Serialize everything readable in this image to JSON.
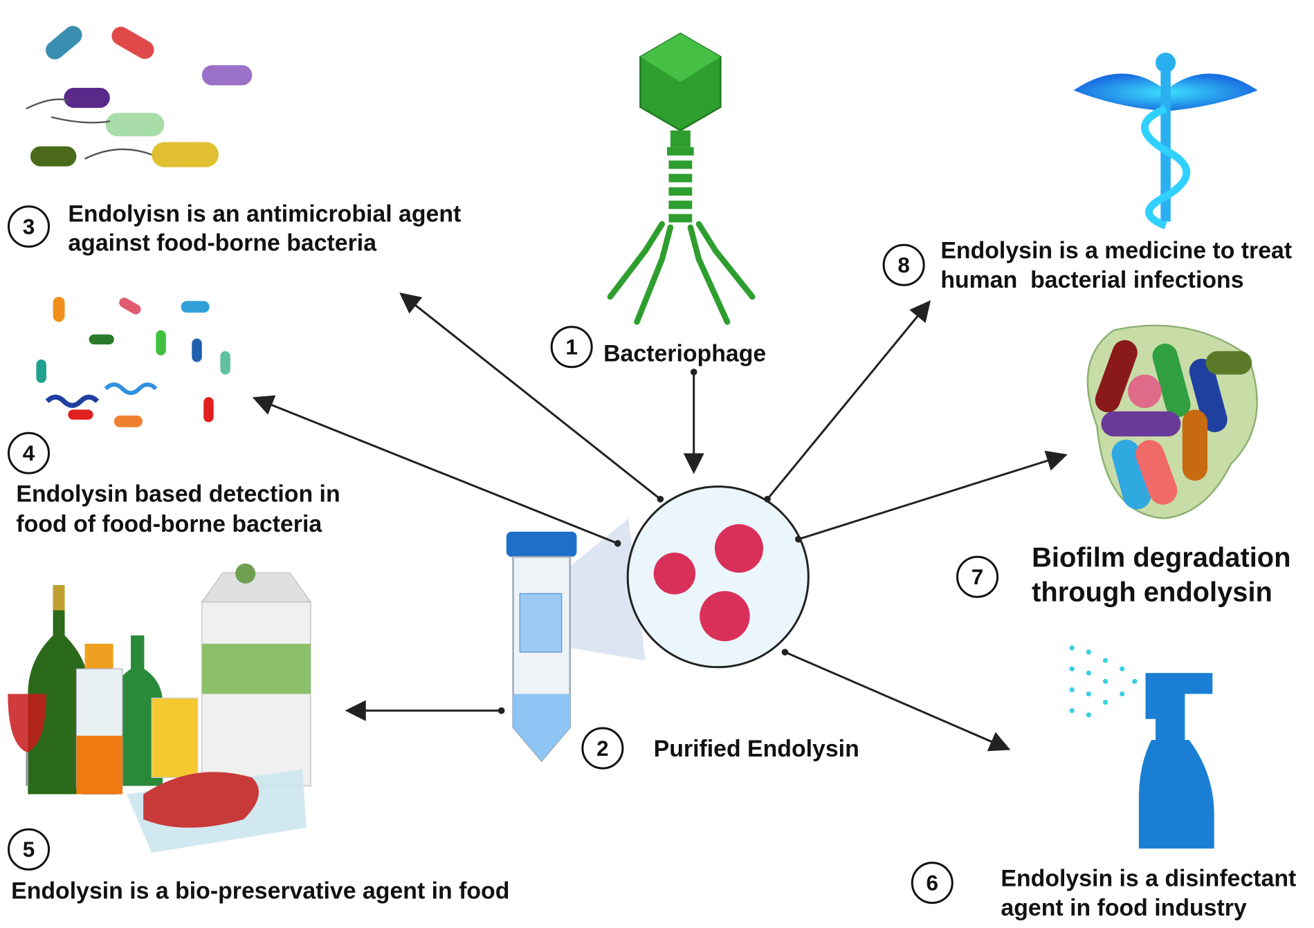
{
  "items": [
    {
      "num": "1",
      "lines": [
        "Bacteriophage"
      ]
    },
    {
      "num": "2",
      "lines": [
        "Purified Endolysin"
      ]
    },
    {
      "num": "3",
      "lines": [
        "Endolyisn is an antimicrobial agent",
        "against food-borne bacteria"
      ]
    },
    {
      "num": "4",
      "lines": [
        "Endolysin based detection in",
        "food of food-borne bacteria"
      ]
    },
    {
      "num": "5",
      "lines": [
        "Endolysin is a bio-preservative agent in food"
      ]
    },
    {
      "num": "6",
      "lines": [
        "Endolysin is a disinfectant",
        "agent in food industry"
      ]
    },
    {
      "num": "7",
      "lines": [
        "Biofilm degradation",
        "through endolysin"
      ]
    },
    {
      "num": "8",
      "lines": [
        "Endolysin is a medicine to treat",
        "human  bacterial infections"
      ]
    }
  ],
  "colors": {
    "phage": "#2e9e2e",
    "endolysin": "#d9305a",
    "caduceus": "#1e90ff",
    "spray": "#1a7fd4"
  }
}
